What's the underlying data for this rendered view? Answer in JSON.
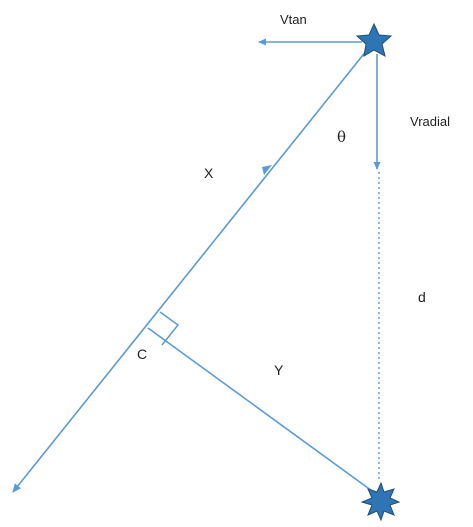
{
  "diagram": {
    "labels": {
      "vtan": "Vtan",
      "vradial": "Vradial",
      "theta": "θ",
      "x": "X",
      "y": "Y",
      "c": "C",
      "d": "d"
    },
    "colors": {
      "line": "#5b9bd5",
      "star_fill": "#2e75b6",
      "star_stroke": "#1f4e79",
      "text": "#222222"
    },
    "icons": {
      "top_star": "five-point-star-icon",
      "bottom_star": "eight-point-star-icon"
    }
  }
}
